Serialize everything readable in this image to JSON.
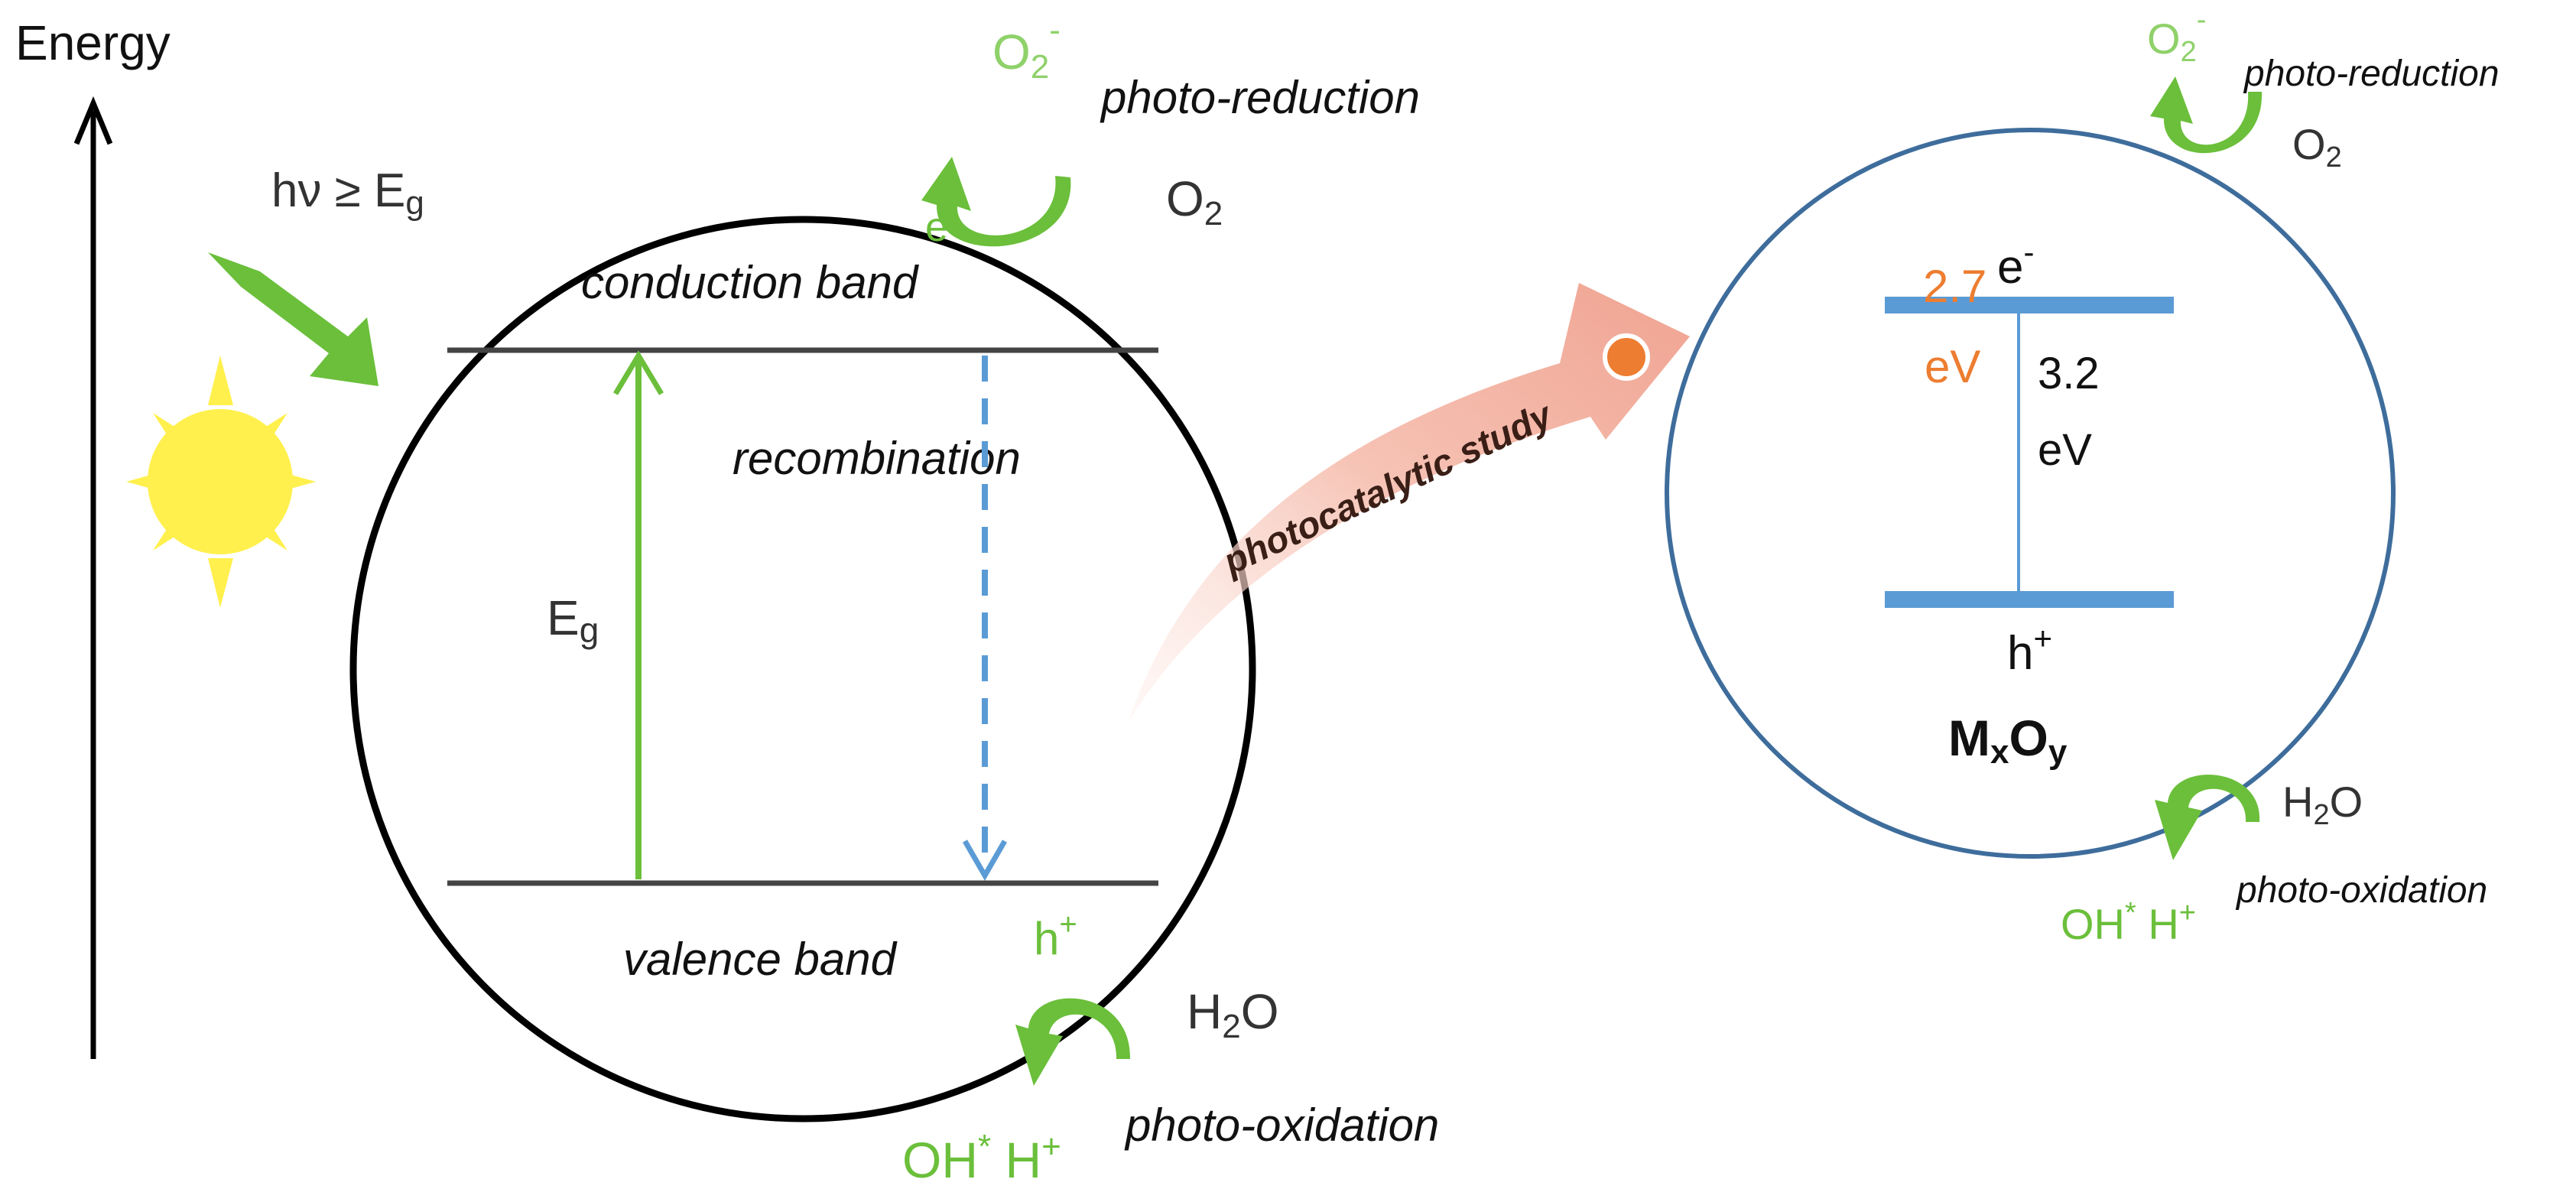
{
  "energy_axis": {
    "label": "Energy"
  },
  "illumination": {
    "photon_text": "hν ≥ E",
    "photon_sub": "g"
  },
  "band_diagram": {
    "conduction_band": "conduction band",
    "valence_band": "valence band",
    "recombination": "recombination",
    "gap_label": "E",
    "gap_sub": "g"
  },
  "left_reduction": {
    "product": "O",
    "product_sub": "2",
    "product_sup": "-",
    "reactant": "O",
    "reactant_sub": "2",
    "carrier": "e",
    "carrier_sup": "-",
    "label": "photo-reduction"
  },
  "left_oxidation": {
    "reactant": "H",
    "reactant_sub": "2",
    "reactant_tail": "O",
    "products": "OH",
    "products_sup": "*",
    "products_tail": " H",
    "products_tail_sup": "+",
    "carrier": "h",
    "carrier_sup": "+",
    "label": "photo-oxidation"
  },
  "transition_arrow": {
    "label": "photocatalytic study"
  },
  "material": {
    "cb_value": "2.7",
    "cb_unit": "eV",
    "electron": "e",
    "electron_sup": "-",
    "gap_value": "3.2",
    "gap_unit": "eV",
    "hole": "h",
    "hole_sup": "+",
    "formula_m": "M",
    "formula_x": "x",
    "formula_o": "O",
    "formula_y": "y"
  },
  "right_reduction": {
    "product": "O",
    "product_sub": "2",
    "product_sup": "-",
    "reactant": "O",
    "reactant_sub": "2",
    "label": "photo-reduction"
  },
  "right_oxidation": {
    "reactant": "H",
    "reactant_sub": "2",
    "reactant_tail": "O",
    "products": "OH",
    "products_sup": "*",
    "products_tail": " H",
    "products_tail_sup": "+",
    "label": "photo-oxidation"
  },
  "colors": {
    "green": "#6bbf3b",
    "dark_green": "#4f9a2a",
    "blue": "#5b9bd5",
    "circle_blue": "#3e6d9c",
    "orange": "#ed7d31",
    "salmon": "#f4b6a8",
    "sun": "#fff04d"
  }
}
